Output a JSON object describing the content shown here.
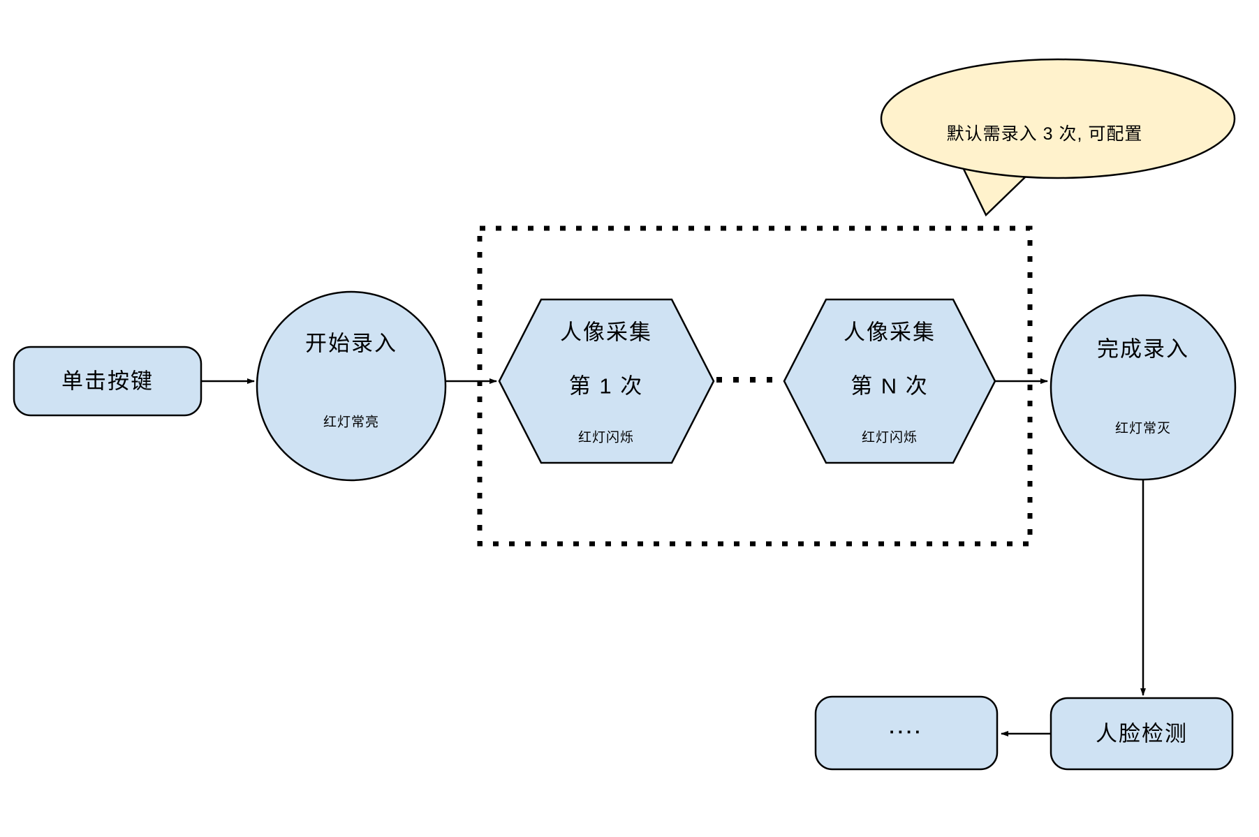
{
  "diagram": {
    "nodes": {
      "click_button": {
        "label": "单击按键"
      },
      "start_enroll": {
        "label": "开始录入",
        "sublabel": "红灯常亮"
      },
      "capture_first": {
        "title": "人像采集",
        "subtitle": "第 1 次",
        "status": "红灯闪烁"
      },
      "capture_nth": {
        "title": "人像采集",
        "subtitle": "第 N 次",
        "status": "红灯闪烁"
      },
      "finish_enroll": {
        "label": "完成录入",
        "sublabel": "红灯常灭"
      },
      "face_detection": {
        "label": "人脸检测"
      },
      "continuation": {
        "label": "...."
      }
    },
    "callout": {
      "text": "默认需录入 3 次, 可配置"
    },
    "colors": {
      "node_fill": "#cfe2f3",
      "node_stroke": "#000000",
      "callout_fill": "#fff2cc",
      "canvas_background": "#ffffff"
    }
  }
}
